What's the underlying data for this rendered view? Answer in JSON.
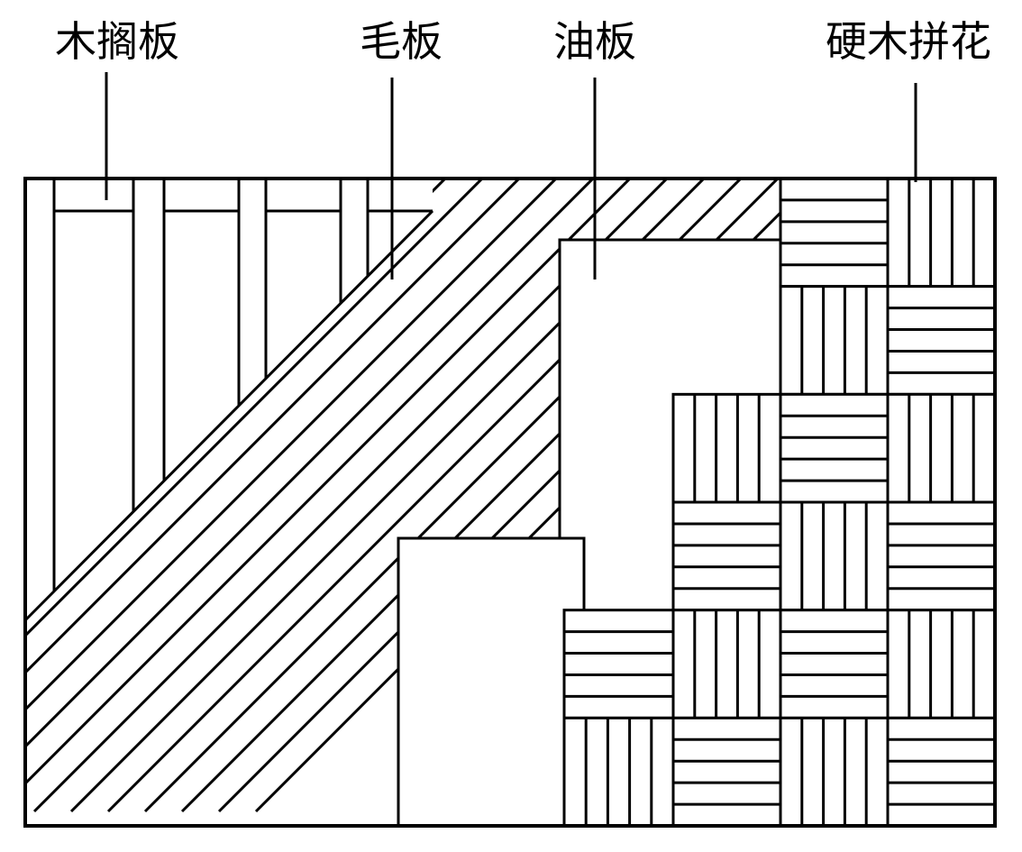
{
  "labels": {
    "joist": "木搁板",
    "rough_board": "毛板",
    "felt_board": "油板",
    "parquet": "硬木拼花"
  },
  "legend_layers": [
    "joist",
    "rough_board",
    "felt_board",
    "parquet"
  ],
  "parquet_tiles": [
    {
      "row": 0,
      "col": 0,
      "orientation": "horizontal"
    },
    {
      "row": 0,
      "col": 1,
      "orientation": "vertical"
    },
    {
      "row": 1,
      "col": 0,
      "orientation": "vertical"
    },
    {
      "row": 1,
      "col": 1,
      "orientation": "horizontal"
    },
    {
      "row": 2,
      "col": 0,
      "orientation": "vertical"
    },
    {
      "row": 2,
      "col": 1,
      "orientation": "horizontal"
    },
    {
      "row": 2,
      "col": 2,
      "orientation": "vertical"
    },
    {
      "row": 3,
      "col": 0,
      "orientation": "horizontal"
    },
    {
      "row": 3,
      "col": 1,
      "orientation": "vertical"
    },
    {
      "row": 3,
      "col": 2,
      "orientation": "horizontal"
    },
    {
      "row": 4,
      "col": 0,
      "orientation": "horizontal"
    },
    {
      "row": 4,
      "col": 1,
      "orientation": "vertical"
    },
    {
      "row": 4,
      "col": 2,
      "orientation": "horizontal"
    },
    {
      "row": 4,
      "col": 3,
      "orientation": "vertical"
    },
    {
      "row": 5,
      "col": 0,
      "orientation": "vertical"
    },
    {
      "row": 5,
      "col": 1,
      "orientation": "horizontal"
    },
    {
      "row": 5,
      "col": 2,
      "orientation": "vertical"
    },
    {
      "row": 5,
      "col": 3,
      "orientation": "horizontal"
    }
  ]
}
